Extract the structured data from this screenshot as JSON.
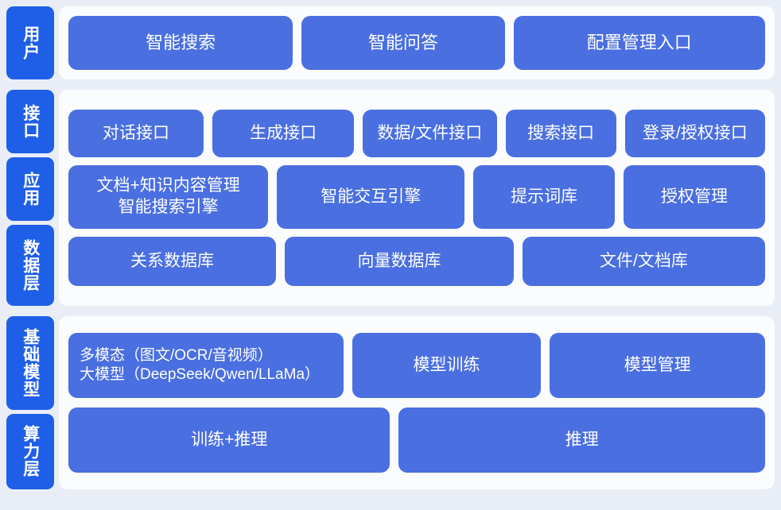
{
  "colors": {
    "page_background": "#e9eef6",
    "card_background": "#fbfcfe",
    "layer_tab_blue": "#1f5fe8",
    "box_blue": "#4a6fe0",
    "text_white": "#ffffff"
  },
  "bands": [
    {
      "id": "user",
      "tabs": [
        {
          "label": "用户"
        }
      ],
      "rows": [
        {
          "id": "user-entries",
          "boxes": [
            {
              "label": "智能搜索",
              "flex": 283
            },
            {
              "label": "智能问答",
              "flex": 254
            },
            {
              "label": "配置管理入口",
              "flex": 320
            }
          ]
        }
      ]
    },
    {
      "id": "middle",
      "tabs": [
        {
          "label": "接口"
        },
        {
          "label": "应用"
        },
        {
          "label": "数据层"
        }
      ],
      "rows": [
        {
          "id": "interface",
          "boxes": [
            {
              "label": "对话接口",
              "flex": 170
            },
            {
              "label": "生成接口",
              "flex": 179
            },
            {
              "label": "数据/文件接口",
              "flex": 168
            },
            {
              "label": "搜索接口",
              "flex": 135
            },
            {
              "label": "登录/授权接口",
              "flex": 177
            }
          ]
        },
        {
          "id": "application",
          "boxes": [
            {
              "label": "文档+知识内容管理\n智能搜索引擎",
              "flex": 252
            },
            {
              "label": "智能交互引擎",
              "flex": 235
            },
            {
              "label": "提示词库",
              "flex": 172
            },
            {
              "label": "授权管理",
              "flex": 172
            }
          ]
        },
        {
          "id": "data",
          "boxes": [
            {
              "label": "关系数据库",
              "flex": 252
            },
            {
              "label": "向量数据库",
              "flex": 280
            },
            {
              "label": "文件/文档库",
              "flex": 298
            }
          ]
        }
      ]
    },
    {
      "id": "base",
      "tabs": [
        {
          "label": "基础模型"
        },
        {
          "label": "算力层"
        }
      ],
      "rows": [
        {
          "id": "model",
          "boxes": [
            {
              "label": "多模态（图文/OCR/音视频）\n大模型（DeepSeek/Qwen/LLaMa）",
              "flex": 340,
              "align": "left"
            },
            {
              "label": "模型训练",
              "flex": 230
            },
            {
              "label": "模型管理",
              "flex": 265
            }
          ]
        },
        {
          "id": "compute",
          "boxes": [
            {
              "label": "训练+推理",
              "flex": 398
            },
            {
              "label": "推理",
              "flex": 456
            }
          ]
        }
      ]
    }
  ]
}
